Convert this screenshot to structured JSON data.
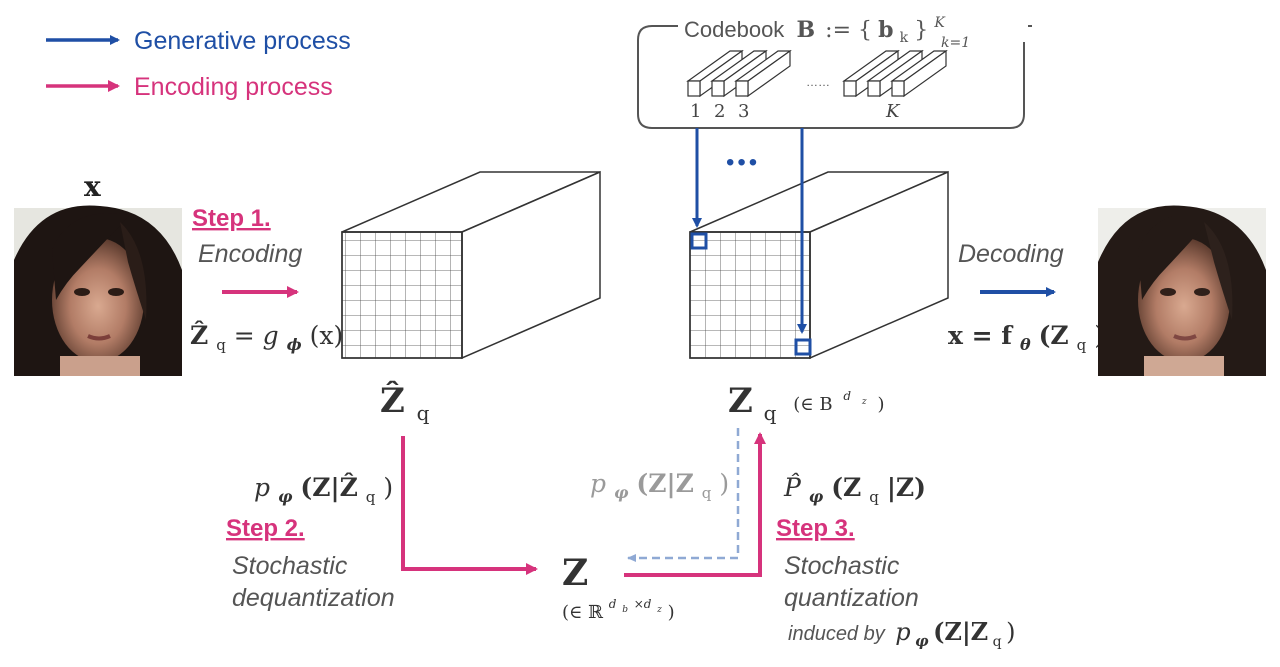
{
  "colors": {
    "generative": "#1f4fa5",
    "encoding": "#d6337c",
    "dashed": "#8fa9d4",
    "gray_text": "#9a9a9a",
    "dark_text": "#333333",
    "desc_text": "#555555"
  },
  "legend": {
    "generative": "Generative process",
    "encoding": "Encoding process"
  },
  "codebook": {
    "word": "Codebook",
    "formula_lhs": "B",
    "formula_eq": ":= {",
    "formula_b": "b",
    "formula_k": "k",
    "formula_close": "}",
    "sup_K": "K",
    "sub_k1": "k=1",
    "indices": [
      "1",
      "2",
      "3"
    ],
    "dots": "……",
    "last_index": "K"
  },
  "input": {
    "label": "x",
    "image_alt": "input face image"
  },
  "output": {
    "image_alt": "reconstructed face image"
  },
  "step1": {
    "title": "Step 1.",
    "desc": "Encoding",
    "formula_lhs": "Ẑ",
    "formula_sub": "q",
    "formula_rhs": " = g",
    "formula_phi": "ϕ",
    "formula_arg": "(x)"
  },
  "tensor_left": {
    "label": "Ẑ",
    "label_sub": "q"
  },
  "tensor_right": {
    "label": "Z",
    "label_sub": "q",
    "membership": "(∈ B",
    "membership_sup": "d",
    "membership_sup_sub": "z",
    "membership_close": ")"
  },
  "generative_dots": "•••",
  "decoding": {
    "desc": "Decoding",
    "formula_lhs": "x = f",
    "formula_theta": "θ",
    "formula_arg": "(Z",
    "formula_sub": "q",
    "formula_close": ")"
  },
  "step2": {
    "title": "Step 2.",
    "desc_line1": "Stochastic",
    "desc_line2": "dequantization",
    "formula_p": "p",
    "formula_phi": "φ",
    "formula_arg": "(Z|Ẑ",
    "formula_sub": "q",
    "formula_close": ")"
  },
  "center": {
    "label": "Z",
    "membership": "(∈ ℝ",
    "membership_sup": "d",
    "membership_sup_b": "b",
    "membership_times": "×d",
    "membership_sup_z": "z",
    "membership_close": ")"
  },
  "gray_formula": {
    "p": "p",
    "phi": "φ",
    "arg": "(Z|Z",
    "sub": "q",
    "close": ")"
  },
  "step3": {
    "title": "Step 3.",
    "desc_line1": "Stochastic",
    "desc_line2": "quantization",
    "desc_line3": "induced by",
    "formula_P": "P̂",
    "formula_phi": "φ",
    "formula_arg": "(Z",
    "formula_sub": "q",
    "formula_mid": "|Z)",
    "induced_p": "p",
    "induced_phi": "φ",
    "induced_arg": "(Z|Z",
    "induced_sub": "q",
    "induced_close": ")"
  }
}
